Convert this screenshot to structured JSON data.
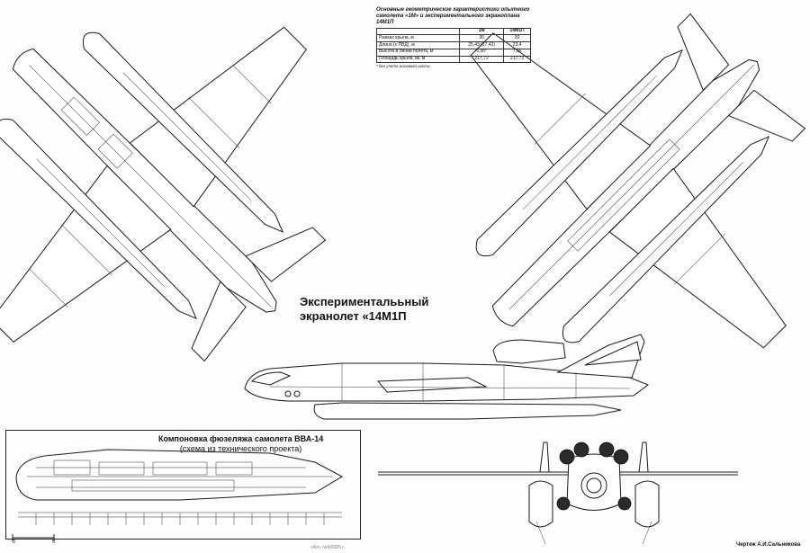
{
  "spec_table": {
    "caption_line1": "Основные геометрические характеристики опытного",
    "caption_line2": "самолета «1М» и экспериментального экраноплана 14М1П",
    "columns": [
      "",
      "1М",
      "14М1П"
    ],
    "rows": [
      {
        "label": "Размах крыла, м",
        "v1": "30",
        "v2": "30"
      },
      {
        "label": "Длина (с ПВД), м",
        "v1": "25,43 (27,43)",
        "v2": "23,4"
      },
      {
        "label": "Высота в линии полета, м",
        "v1": "5,56*",
        "v2": "7,16"
      },
      {
        "label": "Площадь крыла, кв. м",
        "v1": "217,72",
        "v2": "217,72"
      }
    ],
    "footnote": "* без учета носового шасси"
  },
  "main_title": {
    "line1": "Эксперименталььный",
    "line2": "экранолет «14М1П"
  },
  "layout_inset": {
    "title": "Компоновка фюзеляжа самолета ВВА-14",
    "subtitle": "(схема из технического проекта)"
  },
  "scale_bar": {
    "left": "0",
    "right": "5"
  },
  "author": "Чертеж А.И.Сальникова",
  "bottom_ref": "«Ал» №6/2005 г."
}
